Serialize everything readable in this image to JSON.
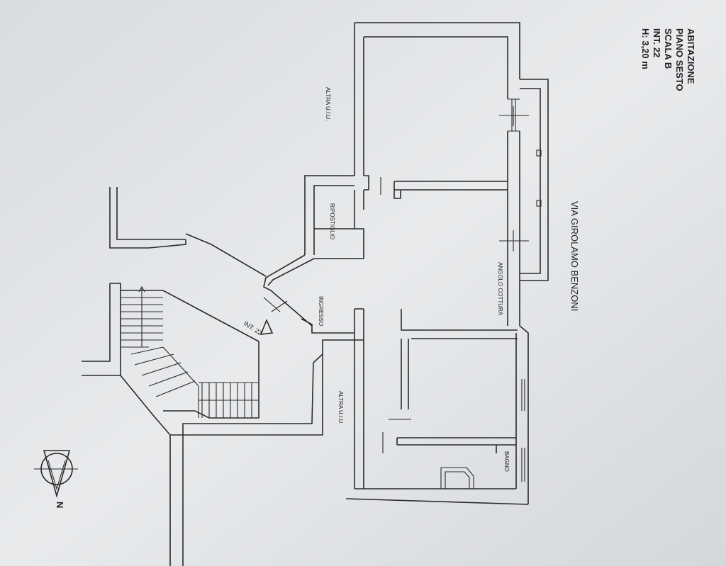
{
  "title_block": {
    "line1": "ABITAZIONE",
    "line2": "PIANO SESTO",
    "line3": "SCALA B",
    "line4": "INT. 22",
    "line5": "H: 3,20 m"
  },
  "street": "VIA GIROLAMO BENZONI",
  "rooms": {
    "ripostiglio": "RIPOSTIGLIO",
    "ingresso": "INGRESSO",
    "angolo_cottura": "ANGOLO COTTURA",
    "bagno": "BAGNO"
  },
  "neighbors": {
    "top": "ALTRA U.I.U.",
    "bottom": "ALTRA U.I.U."
  },
  "entrance_label": "INT. 22",
  "compass": {
    "north_label": "N",
    "icon": "north-arrow-icon"
  },
  "colors": {
    "paper": "#e6e8eb",
    "ink": "#2a2a2a"
  }
}
